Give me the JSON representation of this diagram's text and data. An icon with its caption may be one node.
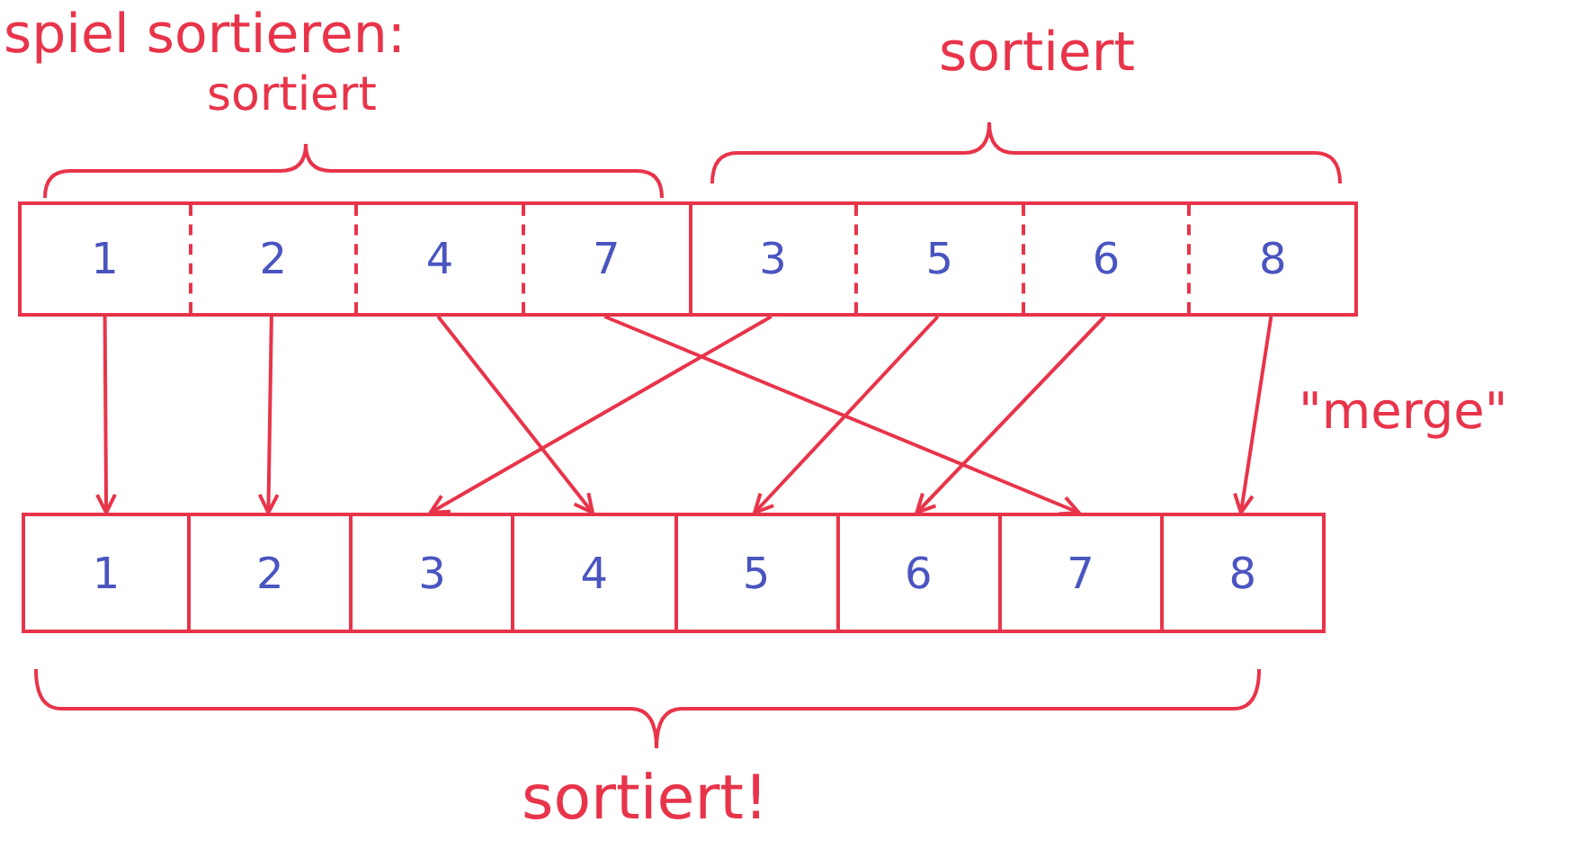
{
  "diagram": {
    "nodes": [
      {
        "text": [],
        "shape": "box"
      },
      {
        "text": [
          "1"
        ],
        "in": 0
      },
      {
        "text": [
          "2"
        ],
        "in": 0
      },
      {
        "text": [
          "4"
        ],
        "in": 0
      },
      {
        "text": [
          "7"
        ],
        "in": 0
      },
      {
        "text": [
          "3"
        ],
        "in": 0
      },
      {
        "text": [
          "5"
        ],
        "in": 0
      },
      {
        "text": [
          "6"
        ],
        "in": 0
      },
      {
        "text": [
          "8"
        ],
        "in": 0
      },
      {
        "text": [],
        "shape": "box"
      },
      {
        "text": [
          "1"
        ],
        "in": 9
      },
      {
        "text": [
          "2"
        ],
        "in": 9
      },
      {
        "text": [
          "3"
        ],
        "in": 9
      },
      {
        "text": [
          "4"
        ],
        "in": 9
      },
      {
        "text": [
          "5"
        ],
        "in": 9
      },
      {
        "text": [
          "6"
        ],
        "in": 9
      },
      {
        "text": [
          "7"
        ],
        "in": 9
      },
      {
        "text": [
          "8"
        ],
        "in": 9
      }
    ],
    "edges": [
      {
        "from": 1,
        "to": 10,
        "arrow": "to"
      },
      {
        "from": 2,
        "to": 11,
        "arrow": "to"
      },
      {
        "from": 3,
        "to": 13,
        "arrow": "to"
      },
      {
        "from": 4,
        "to": 16,
        "arrow": "to"
      },
      {
        "from": 5,
        "to": 12,
        "arrow": "to"
      },
      {
        "from": 6,
        "to": 14,
        "arrow": "to"
      },
      {
        "from": 7,
        "to": 15,
        "arrow": "to"
      },
      {
        "from": 8,
        "to": 17,
        "arrow": "to"
      }
    ],
    "labels": [
      "spiel sortieren:",
      "sortiert",
      "sortiert",
      "\"merge\"",
      "sortiert!"
    ]
  }
}
